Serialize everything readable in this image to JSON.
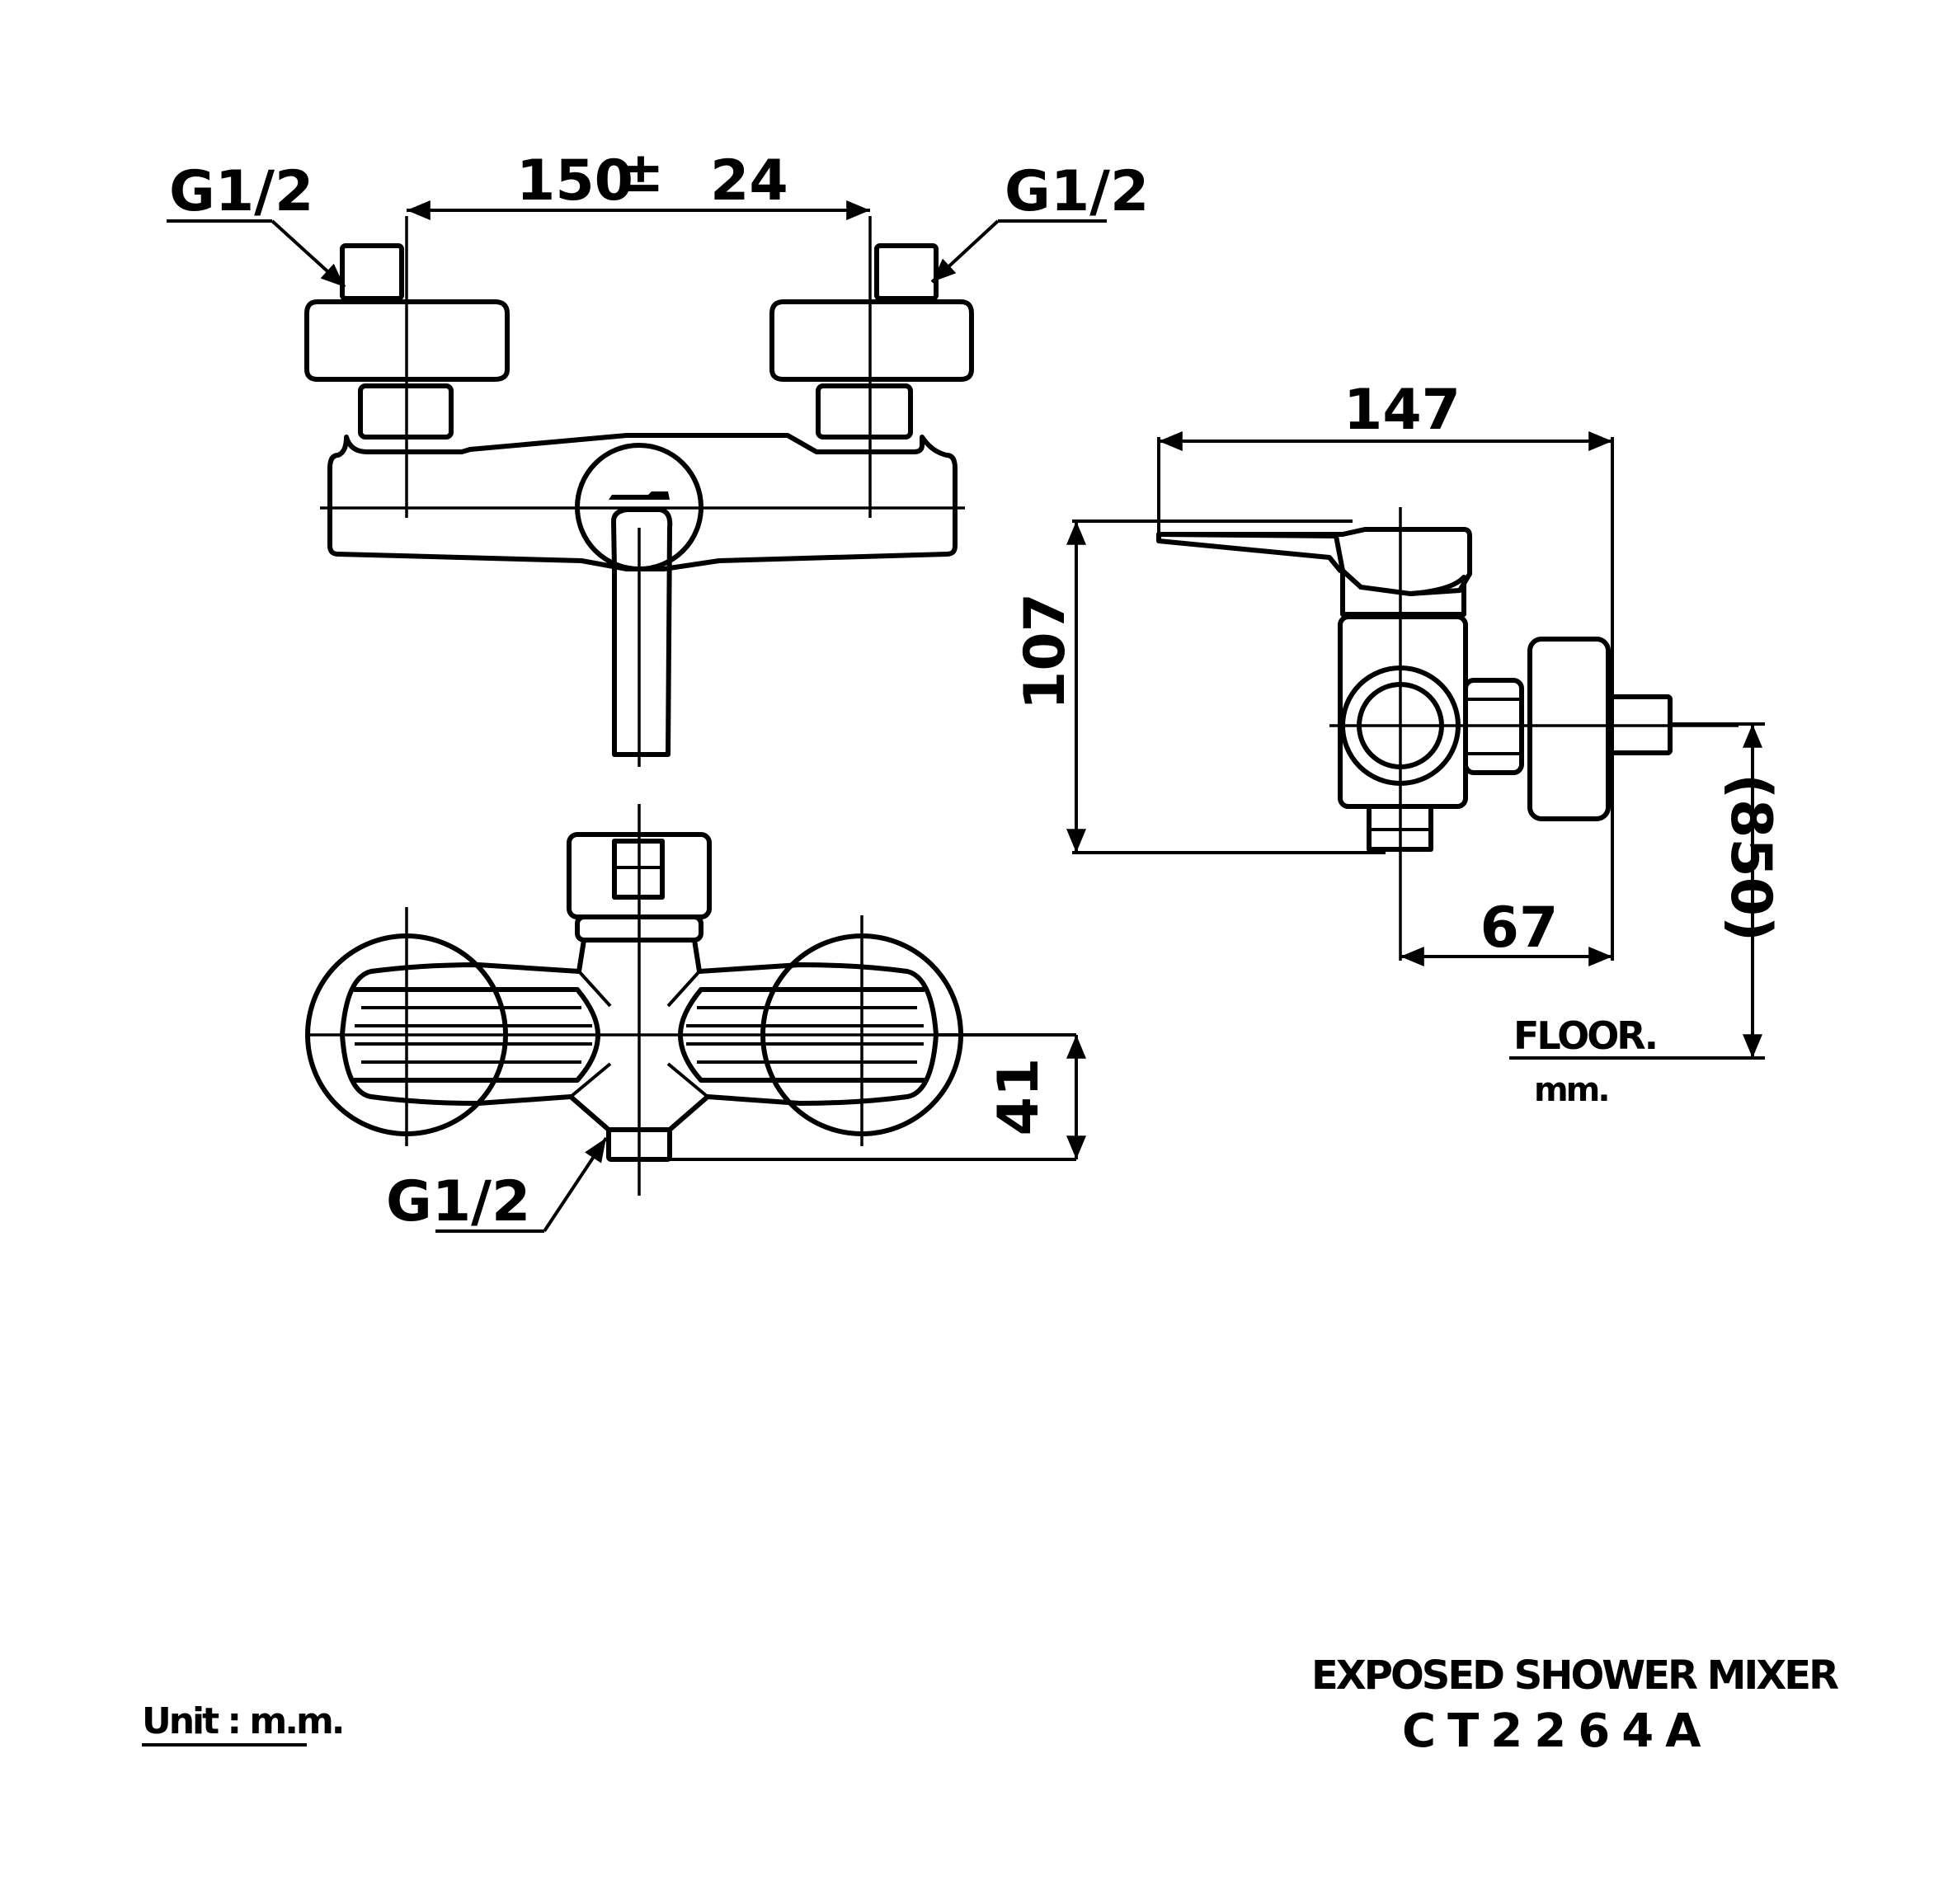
{
  "front_view": {
    "inlet_left_label": "G1/2",
    "inlet_right_label": "G1/2",
    "center_distance": "150",
    "plus_minus": "±",
    "tolerance": "24"
  },
  "bottom_view": {
    "outlet_label": "G1/2",
    "depth_dimension": "41"
  },
  "side_view": {
    "overall_length": "147",
    "overall_height": "107",
    "outlet_offset": "67",
    "floor_height": "(850)",
    "floor_label": "FLOOR.",
    "unit_note": "mm."
  },
  "unit_label": "Unit : m.m.",
  "product_type": "EXPOSED SHOWER MIXER",
  "model_code": "CT2264A"
}
